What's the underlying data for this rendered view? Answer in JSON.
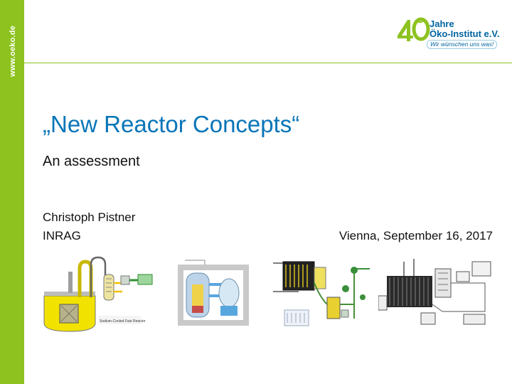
{
  "sidebar": {
    "url": "www.oeko.de"
  },
  "logo": {
    "numeral": "40",
    "jahre": "Jahre",
    "name": "Öko-Institut e.V.",
    "slogan": "Wir wünschen uns was!"
  },
  "slide": {
    "title": "„New Reactor Concepts“",
    "subtitle": "An assessment",
    "author": "Christoph Pistner",
    "organization": "INRAG",
    "place_date": "Vienna, September 16, 2017"
  },
  "images": [
    {
      "name": "sodium-cooled-fast-reactor-diagram",
      "caption": "Sodium-Cooled Fast Reactor"
    },
    {
      "name": "reactor-vessel-diagram"
    },
    {
      "name": "molten-salt-reactor-schematic"
    },
    {
      "name": "reactor-plant-schematic"
    }
  ],
  "colors": {
    "accent_green": "#8dc21f",
    "title_blue": "#0a75b8",
    "logo_blue": "#0064a0"
  }
}
